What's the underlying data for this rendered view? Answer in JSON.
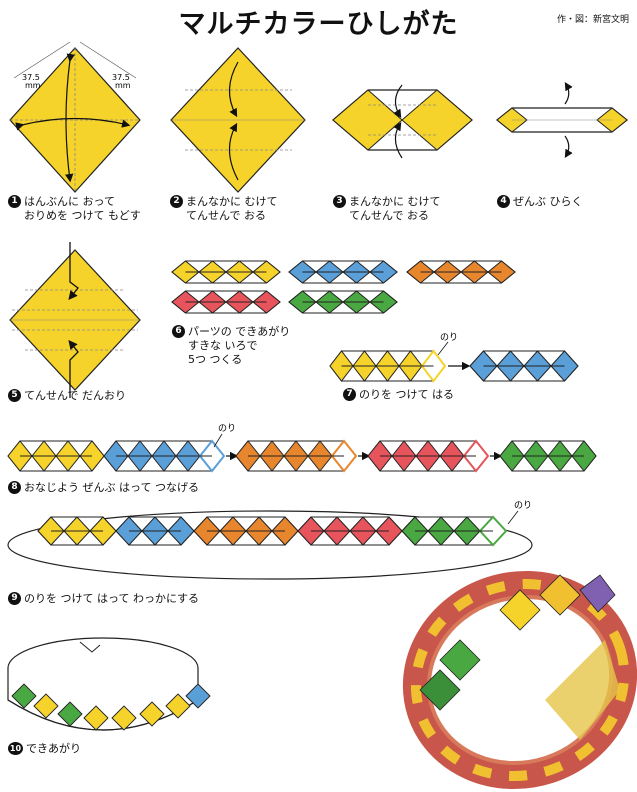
{
  "title": "マルチカラーひしがた",
  "credit": "作・図：新宮文明",
  "dimension_label": "37.5",
  "dimension_unit": "mm",
  "nori_label": "のり",
  "colors": {
    "yellow": "#f5d32a",
    "blue": "#5a9fd8",
    "orange": "#e8862e",
    "red": "#e8545c",
    "green": "#4aa842",
    "outline": "#222222"
  },
  "steps": [
    {
      "num": "1",
      "line1": "はんぶんに おって",
      "line2": "おりめを つけて もどす"
    },
    {
      "num": "2",
      "line1": "まんなかに むけて",
      "line2": "てんせんで おる"
    },
    {
      "num": "3",
      "line1": "まんなかに むけて",
      "line2": "てんせんで おる"
    },
    {
      "num": "4",
      "line1": "ぜんぶ ひらく",
      "line2": ""
    },
    {
      "num": "5",
      "line1": "てんせんで だんおり",
      "line2": ""
    },
    {
      "num": "6",
      "line1": "パーツの できあがり",
      "line2": "すきな いろで",
      "line3": "5つ つくる"
    },
    {
      "num": "7",
      "line1": "のりを つけて はる",
      "line2": ""
    },
    {
      "num": "8",
      "line1": "おなじよう ぜんぶ はって つなげる",
      "line2": ""
    },
    {
      "num": "9",
      "line1": "のりを つけて はって わっかにする",
      "line2": ""
    },
    {
      "num": "10",
      "line1": "できあがり",
      "line2": ""
    }
  ]
}
